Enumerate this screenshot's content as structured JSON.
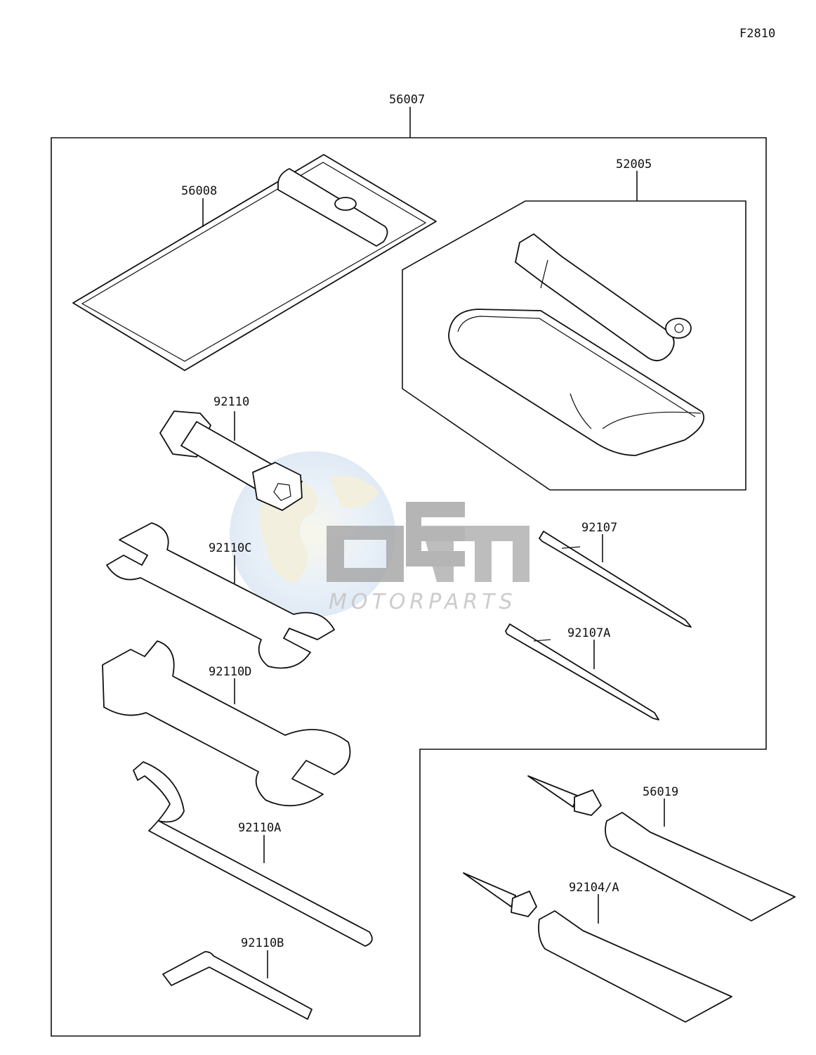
{
  "figure_code": "F2810",
  "parts": {
    "kit": "56007",
    "case": "56008",
    "tube_kit": "52005",
    "plug_wrench": "92110",
    "wrench_c": "92110C",
    "wrench_d": "92110D",
    "hook_wrench": "92110A",
    "hex_key": "92110B",
    "screwdriver": "92107",
    "screwdriver_a": "92107A",
    "grease_tube": "56019",
    "grease_tube_a": "92104/A"
  },
  "watermark": {
    "logo": "OEM",
    "text": "MOTORPARTS"
  }
}
